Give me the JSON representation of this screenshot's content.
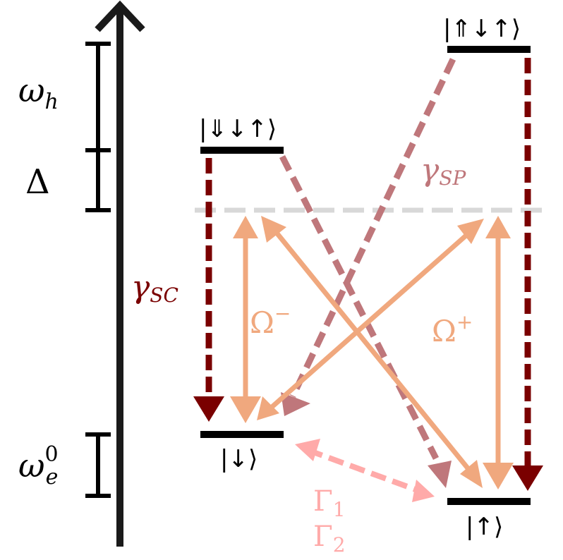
{
  "axis": {
    "omega_h": "ω",
    "omega_h_sub": "h",
    "delta": "Δ",
    "omega_e": "ω",
    "omega_e_sub": "e",
    "omega_e_sup": "0"
  },
  "levels": {
    "upper_left": "|⇓↓↑⟩",
    "upper_right": "|⇑↓↑⟩",
    "ground_left": "|↓⟩",
    "ground_right": "|↑⟩"
  },
  "rates": {
    "gamma_sp": "γ",
    "gamma_sp_sub": "SP",
    "gamma_sc": "γ",
    "gamma_sc_sub": "SC",
    "omega_minus": "Ω",
    "omega_minus_sup": "−",
    "omega_plus": "Ω",
    "omega_plus_sup": "+",
    "gamma1": "Γ",
    "gamma1_sub": "1",
    "gamma2": "Γ",
    "gamma2_sub": "2"
  },
  "colors": {
    "dark_red": "#7a0000",
    "rose": "#bf777b",
    "salmon": "#f0a87e",
    "pink": "#ffaaa9",
    "gray": "#d8d8d8",
    "black": "#000000"
  }
}
